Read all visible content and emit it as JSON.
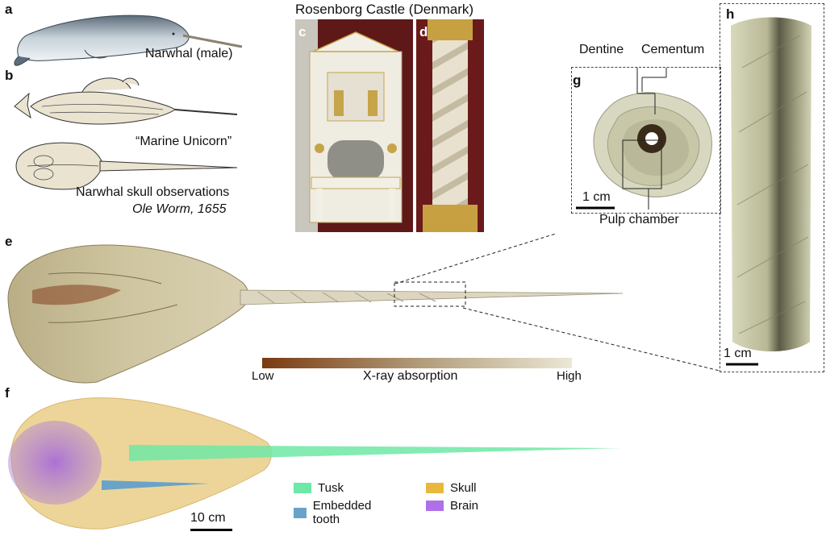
{
  "panels": {
    "a": {
      "letter": "a",
      "caption": "Narwhal (male)"
    },
    "b": {
      "letter": "b",
      "caption1": "“Marine Unicorn”",
      "caption2": "Narwhal skull observations",
      "credit": "Ole Worm, 1655"
    },
    "c": {
      "letter": "c"
    },
    "d": {
      "letter": "d"
    },
    "castle_title": "Rosenborg Castle (Denmark)",
    "e": {
      "letter": "e"
    },
    "f": {
      "letter": "f"
    },
    "g": {
      "letter": "g",
      "dentine": "Dentine",
      "cementum": "Cementum",
      "pulp": "Pulp chamber",
      "scale": "1 cm"
    },
    "h": {
      "letter": "h",
      "scale": "1 cm"
    }
  },
  "colorbar": {
    "low": "Low",
    "high": "High",
    "label": "X-ray absorption",
    "color_low": "#7a3a10",
    "color_mid": "#b09a78",
    "color_high": "#ece7d6"
  },
  "legend": {
    "items": [
      {
        "label": "Tusk",
        "color": "#6ee8a6"
      },
      {
        "label": "Skull",
        "color": "#e8b83c"
      },
      {
        "label": "Embedded tooth",
        "color": "#6aa3c8"
      },
      {
        "label": "Brain",
        "color": "#b070e8"
      }
    ]
  },
  "scale_f": "10 cm"
}
